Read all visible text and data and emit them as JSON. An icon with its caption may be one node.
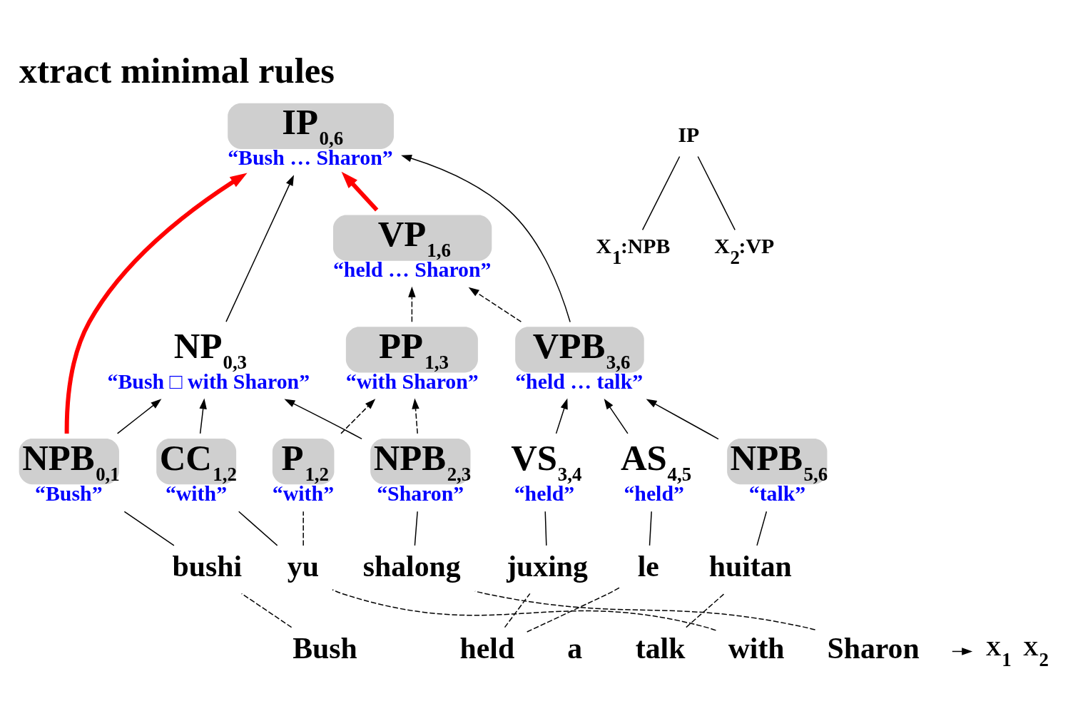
{
  "diagram": {
    "title": "xtract minimal rules",
    "nodes": [
      {
        "text": [
          "IP$_{0,6}$",
          "“Bush … Sharon”"
        ]
      },
      {
        "text": [
          "NP$_{0,3}$",
          "“Bush □ with Sharon”"
        ]
      },
      {
        "text": [
          "VP$_{1,6}$",
          "“held … Sharon”"
        ]
      },
      {
        "text": [
          "PP$_{1,3}$",
          "“with Sharon”"
        ]
      },
      {
        "text": [
          "VPB$_{3,6}$",
          "“held … talk”"
        ]
      },
      {
        "text": [
          "NPB$_{0,1}$",
          "“Bush”"
        ]
      },
      {
        "text": [
          "CC$_{1,2}$",
          "“with”"
        ]
      },
      {
        "text": [
          "P$_{1,2}$",
          "“with”"
        ]
      },
      {
        "text": [
          "NPB$_{2,3}$",
          "“Sharon”"
        ]
      },
      {
        "text": [
          "VS$_{3,4}$",
          "“held”"
        ]
      },
      {
        "text": [
          "AS$_{4,5}$",
          "“held”"
        ]
      },
      {
        "text": [
          "NPB$_{5,6}$",
          "“talk”"
        ]
      },
      {
        "text": [
          "bushi"
        ]
      },
      {
        "text": [
          "yu"
        ]
      },
      {
        "text": [
          "shalong"
        ]
      },
      {
        "text": [
          "juxing"
        ]
      },
      {
        "text": [
          "le"
        ]
      },
      {
        "text": [
          "huitan"
        ]
      },
      {
        "text": [
          "Bush"
        ]
      },
      {
        "text": [
          "held"
        ]
      },
      {
        "text": [
          "a"
        ]
      },
      {
        "text": [
          "talk"
        ]
      },
      {
        "text": [
          "with"
        ]
      },
      {
        "text": [
          "Sharon"
        ]
      },
      {
        "text": [
          "IP"
        ]
      },
      {
        "text": [
          "X$_{1}$:NPB"
        ]
      },
      {
        "text": [
          "X$_{2}$:VP"
        ]
      },
      {
        "text": [
          "X$_{1}$",
          "X$_{2}$"
        ]
      }
    ],
    "edges": [
      {
        "from": 1,
        "to": 0,
        "arrow": "to"
      },
      {
        "from": 4,
        "to": 0,
        "arrow": "to"
      },
      {
        "from": 5,
        "to": 0,
        "arrow": "to",
        "style": "thick",
        "color": "#ff0000"
      },
      {
        "from": 2,
        "to": 0,
        "arrow": "to",
        "style": "thick",
        "color": "#ff0000"
      },
      {
        "from": 3,
        "to": 2,
        "arrow": "to",
        "style": "dashed"
      },
      {
        "from": 4,
        "to": 2,
        "arrow": "to",
        "style": "dashed"
      },
      {
        "from": 5,
        "to": 1,
        "arrow": "to"
      },
      {
        "from": 6,
        "to": 1,
        "arrow": "to"
      },
      {
        "from": 8,
        "to": 1,
        "arrow": "to"
      },
      {
        "from": 7,
        "to": 3,
        "arrow": "to",
        "style": "dashed"
      },
      {
        "from": 8,
        "to": 3,
        "arrow": "to",
        "style": "dashed"
      },
      {
        "from": 9,
        "to": 4,
        "arrow": "to"
      },
      {
        "from": 10,
        "to": 4,
        "arrow": "to"
      },
      {
        "from": 11,
        "to": 4,
        "arrow": "to"
      },
      {
        "from": 12,
        "to": 5,
        "arrow": "none"
      },
      {
        "from": 13,
        "to": 6,
        "arrow": "none"
      },
      {
        "from": 13,
        "to": 7,
        "arrow": "none",
        "style": "dashed"
      },
      {
        "from": 14,
        "to": 8,
        "arrow": "none"
      },
      {
        "from": 15,
        "to": 9,
        "arrow": "none"
      },
      {
        "from": 16,
        "to": 10,
        "arrow": "none"
      },
      {
        "from": 17,
        "to": 11,
        "arrow": "none"
      },
      {
        "from": 18,
        "to": 12,
        "arrow": "none",
        "style": "dashed"
      },
      {
        "from": 22,
        "to": 13,
        "arrow": "none",
        "style": "dashed"
      },
      {
        "from": 23,
        "to": 14,
        "arrow": "none",
        "style": "dashed"
      },
      {
        "from": 19,
        "to": 15,
        "arrow": "none",
        "style": "dashed"
      },
      {
        "from": 19,
        "to": 16,
        "arrow": "none",
        "style": "dashed"
      },
      {
        "from": 21,
        "to": 17,
        "arrow": "none",
        "style": "dashed"
      },
      {
        "from": 25,
        "to": 24,
        "arrow": "none"
      },
      {
        "from": 26,
        "to": 24,
        "arrow": "none"
      },
      {
        "from": null,
        "to": 27,
        "arrow": "to"
      }
    ]
  }
}
